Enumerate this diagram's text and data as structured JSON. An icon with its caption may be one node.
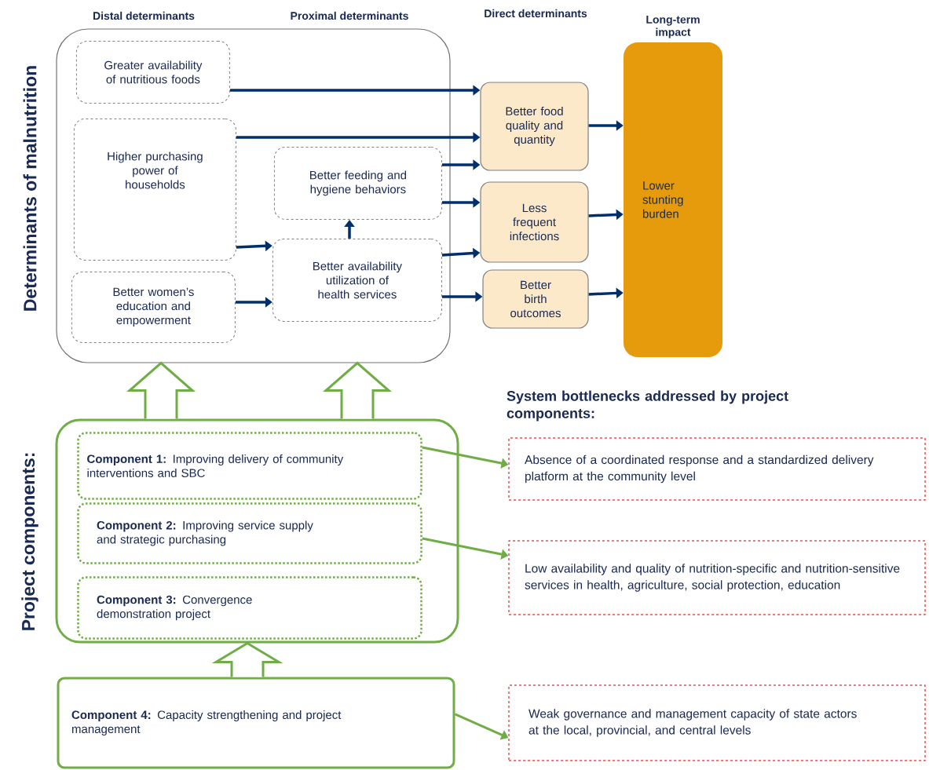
{
  "diagram": {
    "nodes": [
      {
        "text": [],
        "shape": "box"
      },
      {
        "text": [
          "Greater availability of nutritious foods"
        ],
        "in": 0
      },
      {
        "text": [
          "Higher purchasing power of households"
        ],
        "in": 0
      },
      {
        "text": [
          "Better women’s education and empowerment"
        ],
        "in": 0
      },
      {
        "text": [
          "Better feeding and hygiene behaviors"
        ],
        "in": 0
      },
      {
        "text": [
          "Better availability utilization of health services"
        ],
        "in": 0
      },
      {
        "text": [
          "Better food quality and quantity"
        ]
      },
      {
        "text": [
          "Less frequent infections"
        ]
      },
      {
        "text": [
          "Better birth outcomes"
        ]
      },
      {
        "text": [
          "Lower stunting burden"
        ],
        "beside": [
          "Long-term impact"
        ]
      },
      {
        "text": [],
        "shape": "box"
      },
      {
        "text": [
          "**Component 1:** Improving delivery of community interventions and SBC"
        ],
        "in": 10
      },
      {
        "text": [
          "**Component 2:** Improving service supply and strategic purchasing"
        ],
        "in": 10
      },
      {
        "text": [
          "**Component 3:** Convergence demonstration project"
        ],
        "in": 10
      },
      {
        "text": [
          "**Component 4:** Capacity strengthening and project management"
        ]
      },
      {
        "text": [
          "Absence of a coordinated response and a standardized delivery platform at the community level"
        ]
      },
      {
        "text": [
          "Low availability and quality of nutrition-specific and nutrition-sensitive services in health, agriculture, social protection, education"
        ]
      },
      {
        "text": [
          "Weak governance and management capacity of state actors at the local, provincial, and central levels"
        ]
      }
    ],
    "edges": [
      {
        "from": 1,
        "to": 6,
        "arrow": "to"
      },
      {
        "from": 2,
        "to": 6,
        "arrow": "to"
      },
      {
        "from": 4,
        "to": 6,
        "arrow": "to"
      },
      {
        "from": 4,
        "to": 7,
        "arrow": "to"
      },
      {
        "from": 5,
        "to": 7,
        "arrow": "to"
      },
      {
        "from": 5,
        "to": 8,
        "arrow": "to"
      },
      {
        "from": 2,
        "to": 5,
        "arrow": "to"
      },
      {
        "from": 3,
        "to": 5,
        "arrow": "to"
      },
      {
        "from": 5,
        "to": 4,
        "arrow": "to"
      },
      {
        "from": 6,
        "to": 9,
        "arrow": "to"
      },
      {
        "from": 7,
        "to": 9,
        "arrow": "to"
      },
      {
        "from": 8,
        "to": 9,
        "arrow": "to"
      },
      {
        "from": 10,
        "to": 0,
        "arrow": "to",
        "style": "thick",
        "color": "#70ad47"
      },
      {
        "from": 10,
        "to": 0,
        "arrow": "to",
        "style": "thick",
        "color": "#70ad47"
      },
      {
        "from": 14,
        "to": 10,
        "arrow": "to",
        "style": "thick",
        "color": "#70ad47"
      },
      {
        "from": 11,
        "to": 15,
        "arrow": "to",
        "color": "#70ad47"
      },
      {
        "from": 12,
        "to": 16,
        "arrow": "to",
        "color": "#70ad47"
      },
      {
        "from": 14,
        "to": 17,
        "arrow": "to",
        "color": "#70ad47"
      }
    ],
    "labels": [
      "Distal determinants",
      "Proximal determinants",
      "Direct determinants",
      "Determinants of malnutrition",
      "System bottlenecks addressed by project components:",
      "Project components:"
    ]
  }
}
